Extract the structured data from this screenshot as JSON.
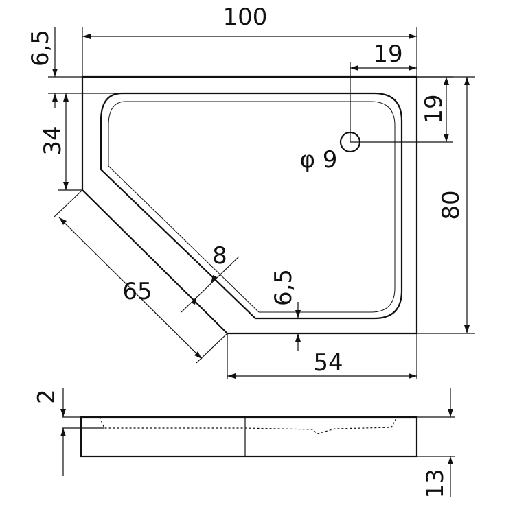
{
  "dimensions": {
    "width_total": "100",
    "offset_top": "6,5",
    "drain_x": "19",
    "drain_y": "19",
    "drain_diameter": "φ 9",
    "side_left": "34",
    "height_total": "80",
    "diagonal": "65",
    "rim_width": "8",
    "inner_offset_bottom": "6,5",
    "bottom_width": "54",
    "profile_top": "2",
    "profile_height": "13"
  }
}
